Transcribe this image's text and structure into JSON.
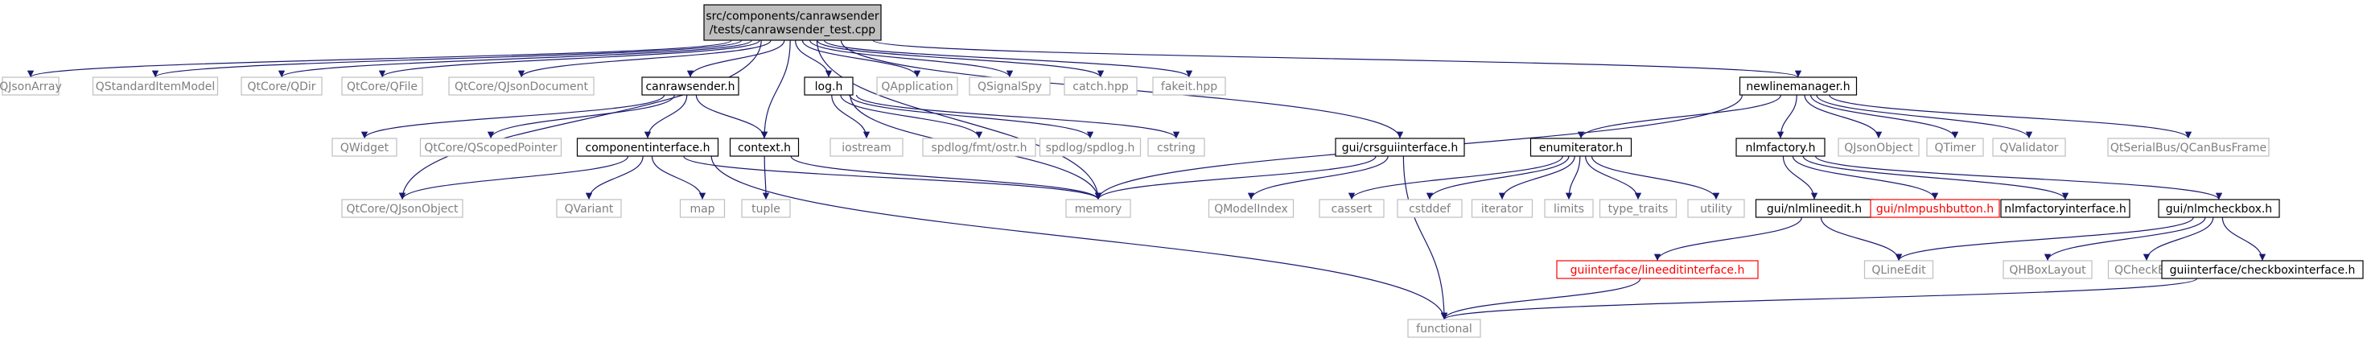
{
  "graph": {
    "styles": {
      "root": {
        "fill": "#bfbfbf",
        "stroke": "#000000",
        "text": "#000000"
      },
      "local": {
        "fill": "#ffffff",
        "stroke": "#000000",
        "text": "#000000"
      },
      "external": {
        "fill": "#ffffff",
        "stroke": "#bfbfbf",
        "text": "#7f7f7f"
      },
      "missing": {
        "fill": "#ffffff",
        "stroke": "#ff0000",
        "text": "#ff0000"
      },
      "edge": "#191970"
    },
    "nodes": [
      {
        "id": "root",
        "lines": [
          "src/components/canrawsender",
          "/tests/canrawsender_test.cpp"
        ],
        "style": "root"
      },
      {
        "id": "qjsonarray",
        "lines": [
          "QJsonArray"
        ],
        "style": "external"
      },
      {
        "id": "qstandarditemmodel",
        "lines": [
          "QStandardItemModel"
        ],
        "style": "external"
      },
      {
        "id": "qtcore-qdir",
        "lines": [
          "QtCore/QDir"
        ],
        "style": "external"
      },
      {
        "id": "qtcore-qfile",
        "lines": [
          "QtCore/QFile"
        ],
        "style": "external"
      },
      {
        "id": "qtcore-qjsondocument",
        "lines": [
          "QtCore/QJsonDocument"
        ],
        "style": "external"
      },
      {
        "id": "canrawsender-h",
        "lines": [
          "canrawsender.h"
        ],
        "style": "local"
      },
      {
        "id": "context-h",
        "lines": [
          "context.h"
        ],
        "style": "local"
      },
      {
        "id": "log-h",
        "lines": [
          "log.h"
        ],
        "style": "local"
      },
      {
        "id": "qapplication",
        "lines": [
          "QApplication"
        ],
        "style": "external"
      },
      {
        "id": "qsignalspy",
        "lines": [
          "QSignalSpy"
        ],
        "style": "external"
      },
      {
        "id": "catch-hpp",
        "lines": [
          "catch.hpp"
        ],
        "style": "external"
      },
      {
        "id": "fakeit-hpp",
        "lines": [
          "fakeit.hpp"
        ],
        "style": "external"
      },
      {
        "id": "memory",
        "lines": [
          "memory"
        ],
        "style": "external"
      },
      {
        "id": "gui-crsguiinterface-h",
        "lines": [
          "gui/crsguiinterface.h"
        ],
        "style": "local"
      },
      {
        "id": "newlinemanager-h",
        "lines": [
          "newlinemanager.h"
        ],
        "style": "local"
      },
      {
        "id": "qtcore-qjsonobject",
        "lines": [
          "QtCore/QJsonObject"
        ],
        "style": "external"
      },
      {
        "id": "qwidget",
        "lines": [
          "QWidget"
        ],
        "style": "external"
      },
      {
        "id": "qtcore-qscopedpointer",
        "lines": [
          "QtCore/QScopedPointer"
        ],
        "style": "external"
      },
      {
        "id": "componentinterface-h",
        "lines": [
          "componentinterface.h"
        ],
        "style": "local"
      },
      {
        "id": "qvariant",
        "lines": [
          "QVariant"
        ],
        "style": "external"
      },
      {
        "id": "map",
        "lines": [
          "map"
        ],
        "style": "external"
      },
      {
        "id": "functional",
        "lines": [
          "functional"
        ],
        "style": "external"
      },
      {
        "id": "tuple",
        "lines": [
          "tuple"
        ],
        "style": "external"
      },
      {
        "id": "iostream",
        "lines": [
          "iostream"
        ],
        "style": "external"
      },
      {
        "id": "spdlog-fmt-ostr-h",
        "lines": [
          "spdlog/fmt/ostr.h"
        ],
        "style": "external"
      },
      {
        "id": "spdlog-spdlog-h",
        "lines": [
          "spdlog/spdlog.h"
        ],
        "style": "external"
      },
      {
        "id": "cstring",
        "lines": [
          "cstring"
        ],
        "style": "external"
      },
      {
        "id": "qmodelindex",
        "lines": [
          "QModelIndex"
        ],
        "style": "external"
      },
      {
        "id": "enumiterator-h",
        "lines": [
          "enumiterator.h"
        ],
        "style": "local"
      },
      {
        "id": "cassert",
        "lines": [
          "cassert"
        ],
        "style": "external"
      },
      {
        "id": "cstddef",
        "lines": [
          "cstddef"
        ],
        "style": "external"
      },
      {
        "id": "iterator",
        "lines": [
          "iterator"
        ],
        "style": "external"
      },
      {
        "id": "limits",
        "lines": [
          "limits"
        ],
        "style": "external"
      },
      {
        "id": "type-traits",
        "lines": [
          "type_traits"
        ],
        "style": "external"
      },
      {
        "id": "utility",
        "lines": [
          "utility"
        ],
        "style": "external"
      },
      {
        "id": "nlmfactory-h",
        "lines": [
          "nlmfactory.h"
        ],
        "style": "local"
      },
      {
        "id": "qjsonobject",
        "lines": [
          "QJsonObject"
        ],
        "style": "external"
      },
      {
        "id": "qtimer",
        "lines": [
          "QTimer"
        ],
        "style": "external"
      },
      {
        "id": "qvalidator",
        "lines": [
          "QValidator"
        ],
        "style": "external"
      },
      {
        "id": "qtserialbus-qcanbusframe",
        "lines": [
          "QtSerialBus/QCanBusFrame"
        ],
        "style": "external"
      },
      {
        "id": "gui-nlmlineedit-h",
        "lines": [
          "gui/nlmlineedit.h"
        ],
        "style": "local"
      },
      {
        "id": "gui-nlmpushbutton-h",
        "lines": [
          "gui/nlmpushbutton.h"
        ],
        "style": "missing"
      },
      {
        "id": "nlmfactoryinterface-h",
        "lines": [
          "nlmfactoryinterface.h"
        ],
        "style": "local"
      },
      {
        "id": "gui-nlmcheckbox-h",
        "lines": [
          "gui/nlmcheckbox.h"
        ],
        "style": "local"
      },
      {
        "id": "guiinterface-lineeditinterface-h",
        "lines": [
          "guiinterface/lineeditinterface.h"
        ],
        "style": "missing"
      },
      {
        "id": "qlineedit",
        "lines": [
          "QLineEdit"
        ],
        "style": "external"
      },
      {
        "id": "qhboxlayout",
        "lines": [
          "QHBoxLayout"
        ],
        "style": "external"
      },
      {
        "id": "qcheckbox",
        "lines": [
          "QCheckBox"
        ],
        "style": "external"
      },
      {
        "id": "guiinterface-checkboxinterface-h",
        "lines": [
          "guiinterface/checkboxinterface.h"
        ],
        "style": "local"
      }
    ],
    "edges": [
      [
        "root",
        "qjsonarray"
      ],
      [
        "root",
        "qstandarditemmodel"
      ],
      [
        "root",
        "qtcore-qdir"
      ],
      [
        "root",
        "qtcore-qfile"
      ],
      [
        "root",
        "qtcore-qjsondocument"
      ],
      [
        "root",
        "canrawsender-h"
      ],
      [
        "root",
        "context-h"
      ],
      [
        "root",
        "log-h"
      ],
      [
        "root",
        "qapplication"
      ],
      [
        "root",
        "qsignalspy"
      ],
      [
        "root",
        "catch-hpp"
      ],
      [
        "root",
        "fakeit-hpp"
      ],
      [
        "root",
        "memory"
      ],
      [
        "root",
        "gui-crsguiinterface-h"
      ],
      [
        "root",
        "newlinemanager-h"
      ],
      [
        "root",
        "qtcore-qjsonobject"
      ],
      [
        "canrawsender-h",
        "qwidget"
      ],
      [
        "canrawsender-h",
        "qtcore-qscopedpointer"
      ],
      [
        "canrawsender-h",
        "componentinterface-h"
      ],
      [
        "canrawsender-h",
        "context-h"
      ],
      [
        "componentinterface-h",
        "qtcore-qjsonobject"
      ],
      [
        "componentinterface-h",
        "qvariant"
      ],
      [
        "componentinterface-h",
        "map"
      ],
      [
        "componentinterface-h",
        "functional"
      ],
      [
        "componentinterface-h",
        "memory"
      ],
      [
        "context-h",
        "tuple"
      ],
      [
        "context-h",
        "memory"
      ],
      [
        "log-h",
        "iostream"
      ],
      [
        "log-h",
        "spdlog-fmt-ostr-h"
      ],
      [
        "log-h",
        "spdlog-spdlog-h"
      ],
      [
        "log-h",
        "cstring"
      ],
      [
        "log-h",
        "memory"
      ],
      [
        "gui-crsguiinterface-h",
        "memory"
      ],
      [
        "gui-crsguiinterface-h",
        "qmodelindex"
      ],
      [
        "gui-crsguiinterface-h",
        "functional"
      ],
      [
        "newlinemanager-h",
        "memory"
      ],
      [
        "newlinemanager-h",
        "enumiterator-h"
      ],
      [
        "newlinemanager-h",
        "nlmfactory-h"
      ],
      [
        "newlinemanager-h",
        "qjsonobject"
      ],
      [
        "newlinemanager-h",
        "qtimer"
      ],
      [
        "newlinemanager-h",
        "qvalidator"
      ],
      [
        "newlinemanager-h",
        "qtserialbus-qcanbusframe"
      ],
      [
        "enumiterator-h",
        "cassert"
      ],
      [
        "enumiterator-h",
        "cstddef"
      ],
      [
        "enumiterator-h",
        "iterator"
      ],
      [
        "enumiterator-h",
        "limits"
      ],
      [
        "enumiterator-h",
        "type-traits"
      ],
      [
        "enumiterator-h",
        "utility"
      ],
      [
        "nlmfactory-h",
        "gui-nlmlineedit-h"
      ],
      [
        "nlmfactory-h",
        "gui-nlmpushbutton-h"
      ],
      [
        "nlmfactory-h",
        "nlmfactoryinterface-h"
      ],
      [
        "nlmfactory-h",
        "gui-nlmcheckbox-h"
      ],
      [
        "gui-nlmlineedit-h",
        "guiinterface-lineeditinterface-h"
      ],
      [
        "gui-nlmlineedit-h",
        "qlineedit"
      ],
      [
        "guiinterface-lineeditinterface-h",
        "functional"
      ],
      [
        "gui-nlmcheckbox-h",
        "qlineedit"
      ],
      [
        "gui-nlmcheckbox-h",
        "qhboxlayout"
      ],
      [
        "gui-nlmcheckbox-h",
        "qcheckbox"
      ],
      [
        "gui-nlmcheckbox-h",
        "guiinterface-checkboxinterface-h"
      ],
      [
        "guiinterface-checkboxinterface-h",
        "functional"
      ]
    ]
  }
}
